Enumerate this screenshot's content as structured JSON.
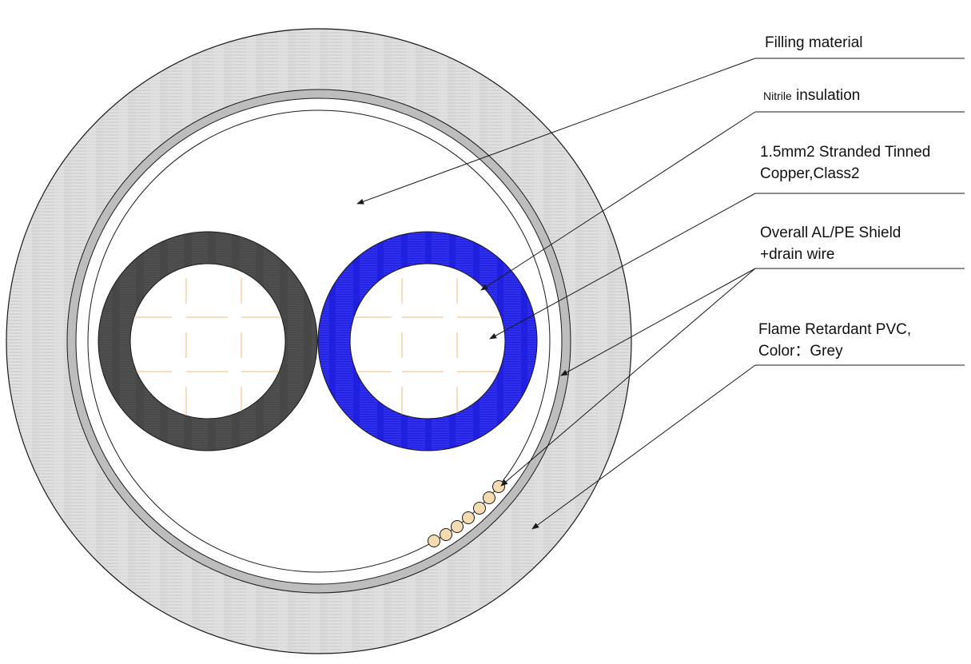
{
  "labels": {
    "filling": "Filling material",
    "insulation_prefix": "Nitrile",
    "insulation": "insulation",
    "conductor_line1": "1.5mm2 Stranded Tinned",
    "conductor_line2": "Copper,Class2",
    "shield_line1": "Overall AL/PE Shield",
    "shield_line2": "+drain wire",
    "sheath_line1": "Flame Retardant PVC,",
    "sheath_line2": "Color：Grey"
  },
  "colors": {
    "sheath": "#dadada",
    "shield": "#bdbdbd",
    "core_black": "#4a4a4a",
    "core_blue": "#2020e0",
    "conductor_strand": "#f0c890",
    "drain_wire": "#f4dcb0",
    "outline": "#1a1a1a"
  }
}
